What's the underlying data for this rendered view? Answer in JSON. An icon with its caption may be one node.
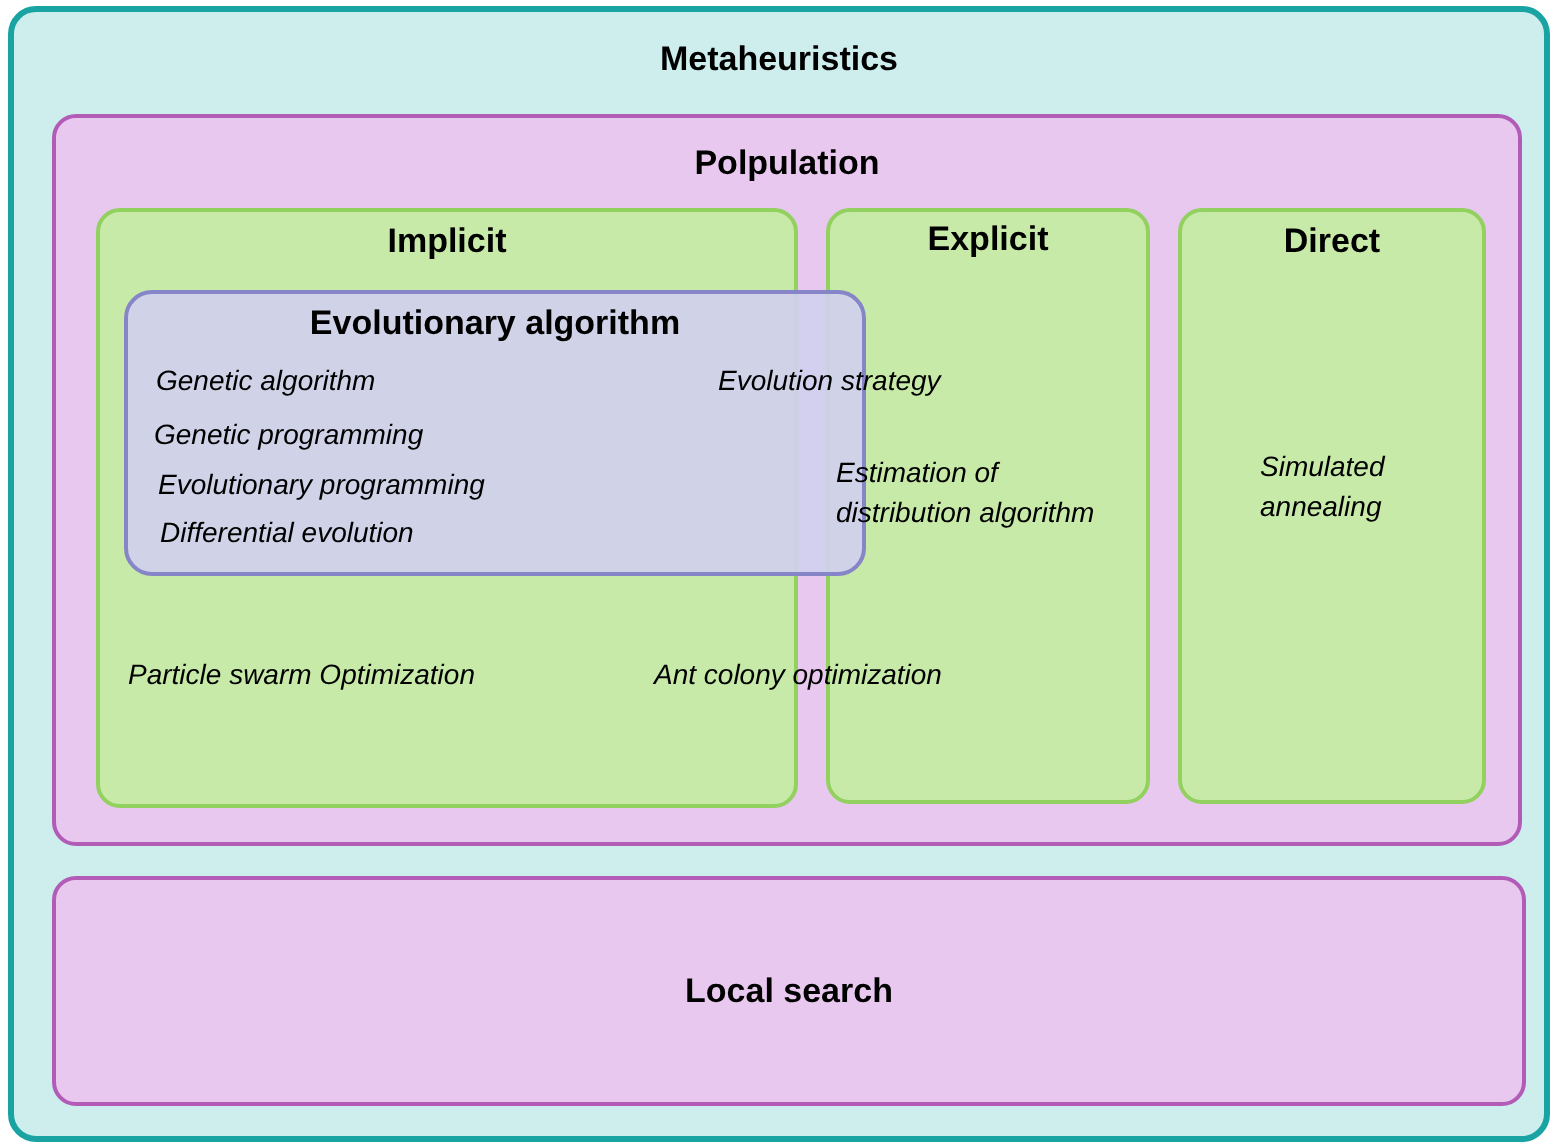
{
  "diagram": {
    "nodes": [
      {
        "text": [
          "Metaheuristics"
        ]
      },
      {
        "text": [
          "Polpulation"
        ],
        "in": 0
      },
      {
        "text": [
          "Implicit",
          "Particle swarm Optimization"
        ],
        "in": 1
      },
      {
        "text": [
          "Explicit",
          "Estimation of distribution algorithm"
        ],
        "in": 1
      },
      {
        "text": [
          "Direct",
          "Simulated annealing"
        ],
        "in": 1
      },
      {
        "text": [
          "Evolutionary algorithm",
          "Genetic algorithm",
          "Genetic programming",
          "Evolutionary programming",
          "Differential evolution"
        ],
        "in": 1
      },
      {
        "text": [
          "Local search"
        ],
        "in": 0
      }
    ],
    "labels": [
      "Evolution strategy",
      "Ant colony optimization"
    ]
  }
}
